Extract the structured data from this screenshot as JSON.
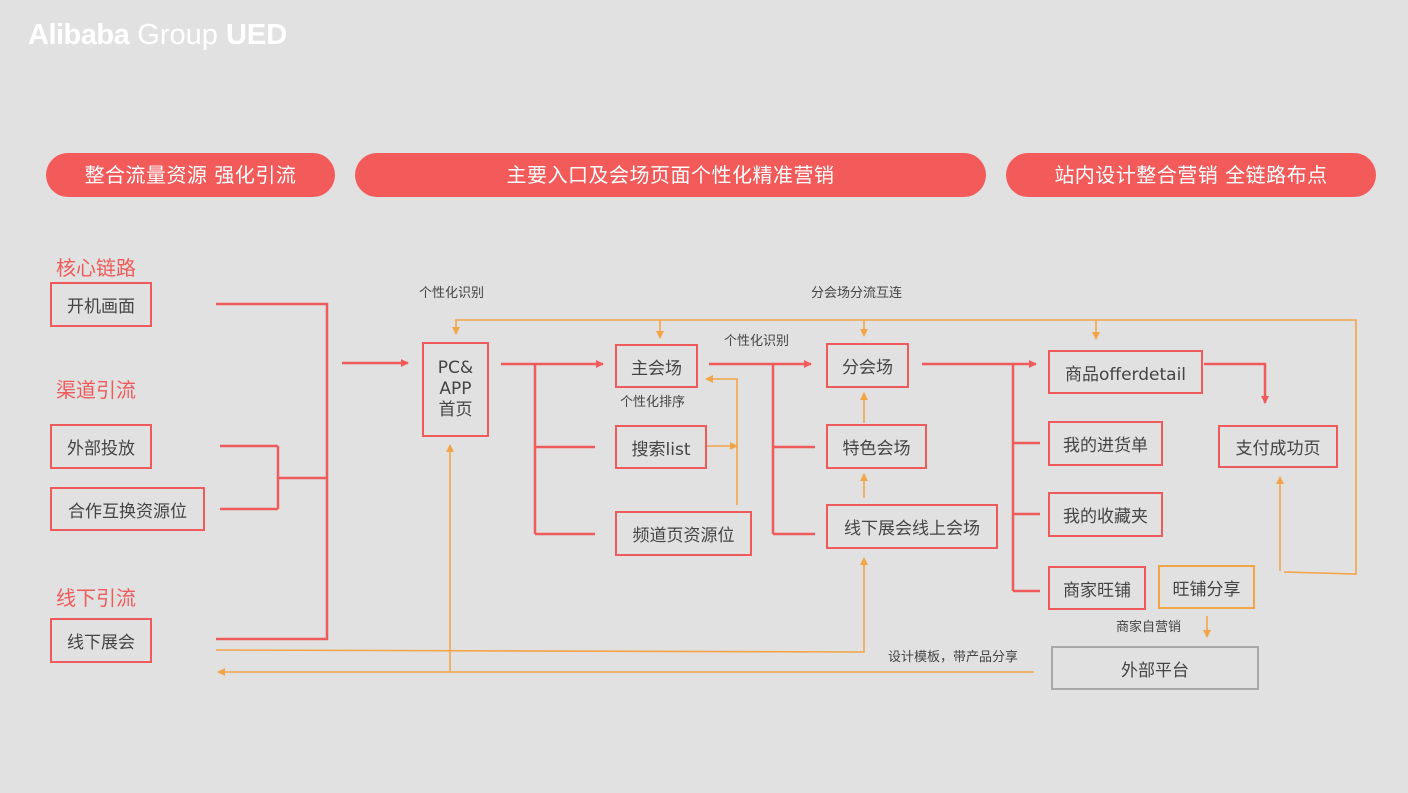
{
  "logo": {
    "alibaba": "Alibaba",
    "group": " Group ",
    "ued": "UED"
  },
  "banners": {
    "left": "整合流量资源 强化引流",
    "middle": "主要入口及会场页面个性化精准营销",
    "right": "站内设计整合营销 全链路布点"
  },
  "categories": {
    "core": "核心链路",
    "channel": "渠道引流",
    "offline": "线下引流"
  },
  "sources": {
    "boot": "开机画面",
    "external_ads": "外部投放",
    "partner": "合作互换资源位",
    "offline_expo": "线下展会"
  },
  "home": {
    "line1": "PC&",
    "line2": "APP",
    "line3": "首页"
  },
  "pages": {
    "main_venue": "主会场",
    "search": "搜索list",
    "channel_slot": "频道页资源位",
    "sub_venue": "分会场",
    "feature_venue": "特色会场",
    "offline_online": "线下展会线上会场",
    "offer_detail": "商品offerdetail",
    "purchase_list": "我的进货单",
    "favorites": "我的收藏夹",
    "wangpu": "商家旺铺",
    "wangpu_share": "旺铺分享",
    "pay_success": "支付成功页",
    "external_platform": "外部平台"
  },
  "notes": {
    "personalize_1": "个性化识别",
    "cross_link": "分会场分流互连",
    "personalize_2": "个性化识别",
    "personal_sort": "个性化排序",
    "self_marketing": "商家自营销",
    "template_share": "设计模板，带产品分享"
  },
  "colors": {
    "red": "#ef5b5b",
    "orange": "#f3a447",
    "gray": "#a8a8a8",
    "background": "#e1e1e1"
  }
}
